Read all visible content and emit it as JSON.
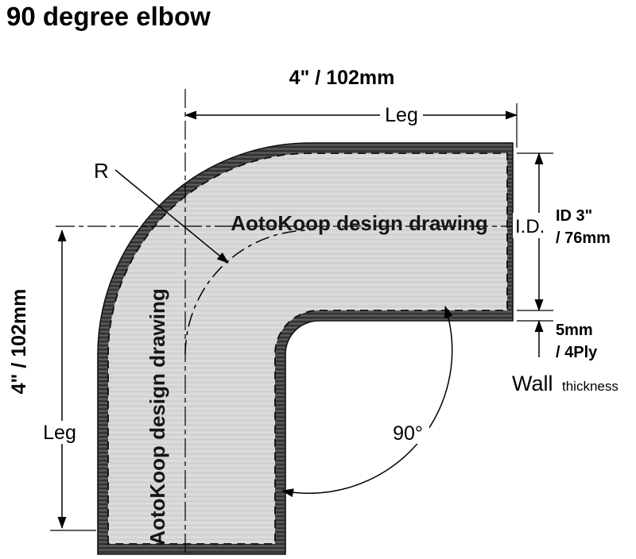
{
  "title": "90 degree elbow",
  "watermark": {
    "horizontal": "AotoKoop design drawing",
    "vertical": "AotoKoop design drawing"
  },
  "dim_top": {
    "value": "4\" / 102mm",
    "label": "Leg"
  },
  "dim_left": {
    "value": "4\" / 102mm",
    "label": "Leg"
  },
  "dim_id": {
    "label": "I.D.",
    "line1": "ID 3\"",
    "line2": "/ 76mm"
  },
  "dim_wall": {
    "line1": "5mm",
    "line2": "/ 4Ply",
    "word": "Wall",
    "word2": "thickness"
  },
  "radius_label": "R",
  "angle_label": "90°",
  "colors": {
    "wall": "#4a4a4a",
    "bore": "#d7d7d7",
    "outline": "#111111",
    "background": "#ffffff"
  }
}
